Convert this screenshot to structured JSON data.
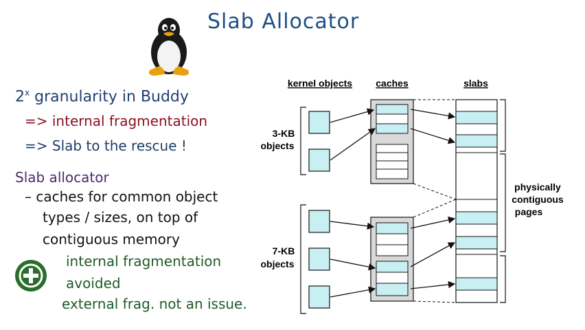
{
  "title": "Slab Allocator",
  "notes": {
    "line1_prefix": "2",
    "line1_sup": "x",
    "line1_rest": " granularity in Buddy",
    "line2": "=> internal fragmentation",
    "line3": "=> Slab to the rescue !",
    "line4": "Slab allocator",
    "line5": "– caches for common object",
    "line6": "types / sizes, on top of",
    "line7": "contiguous memory",
    "line8": "internal fragmentation",
    "line9": "avoided",
    "line10": "external frag. not an issue."
  },
  "diagram": {
    "col_kernel_objects": "kernel objects",
    "col_caches": "caches",
    "col_slabs": "slabs",
    "group1_label_line1": "3-KB",
    "group1_label_line2": "objects",
    "group2_label_line1": "7-KB",
    "group2_label_line2": "objects",
    "pages_label_line1": "physically",
    "pages_label_line2": "contiguous",
    "pages_label_line3": "pages"
  },
  "colors": {
    "object_fill": "#c8eff2",
    "cache_fill": "#d9d9d9",
    "title": "#1d4f82",
    "red_note": "#8b1020",
    "green_note": "#1e5a25",
    "plus_icon": "#2b6e2b"
  },
  "icons": [
    "tux-penguin-icon",
    "plus-circle-icon"
  ]
}
